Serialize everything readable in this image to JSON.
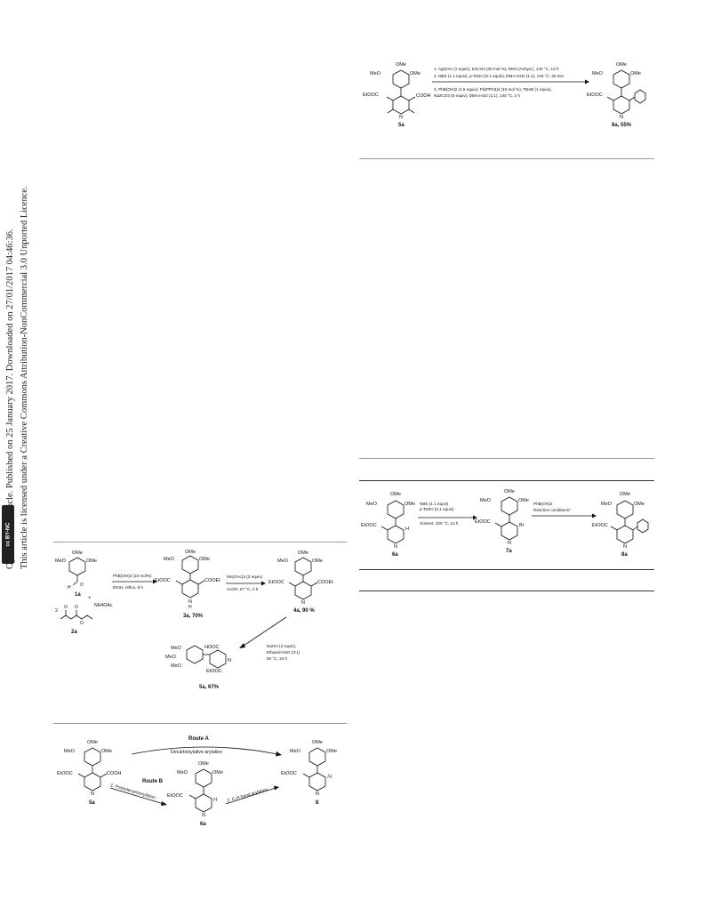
{
  "sidebar": {
    "line1": "Open Access Article. Published on 25 January 2017. Downloaded on 27/01/2017 04:46:36.",
    "line2": "This article is licensed under a Creative Commons Attribution-NonCommercial 3.0 Unported Licence.",
    "badge": "cc BY-NC"
  },
  "scheme_top": {
    "cond1": "1. Ag(OAc (1 equiv), K2CO3 (30 mol %), DMA (Anhyd.), 140 °C, 12 h",
    "cond2": "2. NBS (1.1 equiv), p-TsOH (0.1 equiv), DMA-H2O (1:1), 140 °C, 30 min",
    "cond3a": "3. PhB(OH)2 (1.5 equiv), Pd(PPh3)4 (10 mol %), TBAB (1 equiv),",
    "cond3b": "Na2CO3 (5 equiv), DMA-H2O (1:1), 140 °C, 2 h",
    "sm_label": "5a",
    "product_label": "8a, 55%"
  },
  "scheme_mid": {
    "cond_a1": "NBS (1.1 equiv)",
    "cond_a2": "p-TsOH (0.1 equiv)",
    "cond_a3": "Solvent, 100 °C, 12 h",
    "cond_b1": "PhB(OH)2",
    "cond_b2": "Reaction conditions*",
    "label_sm": "6a",
    "label_int": "7a",
    "label_prod": "8a"
  },
  "scheme_synth": {
    "cat1": "PhB(OH)2 (10 mol%)",
    "cond1": "EtOH, reflux, 5 h",
    "reagent2": "Mn(OAc)3 (2 equiv)",
    "cond2": "AcOH, 27 °C, 2 h",
    "reagent3a": "NaOH (2 equiv),",
    "reagent3b": "Ethanol-H2O (3:1)",
    "reagent3c": "50 °C, 24 h",
    "label_1a": "1a",
    "label_2a": "2a",
    "nh4oac": "NH4OAc",
    "label_3a": "3a, 70%",
    "label_4a": "4a, 90 %",
    "label_5a": "5a, 67%"
  },
  "scheme_routes": {
    "route_a": "Route A",
    "route_a_desc": "Decarboxylative arylation",
    "route_b": "Route B",
    "step1": "1. Protodecarboxylation",
    "step2": "2. C-H bond arylation",
    "label_sm": "5a",
    "label_int": "6a",
    "label_prod": "8",
    "ar": "Ar",
    "h": "H"
  },
  "groups": {
    "ome": "OMe",
    "meo": "MeO",
    "etooc": "EtOOC",
    "cooh": "COOH",
    "cooet": "COOEt",
    "hooc": "HOOC",
    "n": "N",
    "br": "Br",
    "o": "O",
    "h": "H"
  },
  "colors": {
    "rule": "#9a9a9a",
    "highlight": "#2a3cc0"
  }
}
